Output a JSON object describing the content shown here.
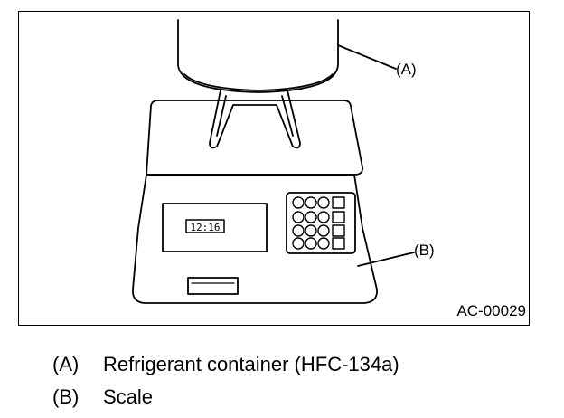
{
  "figure": {
    "id_label": "AC-00029",
    "display_time": "12:16",
    "callouts": {
      "a": "(A)",
      "b": "(B)"
    }
  },
  "legend": [
    {
      "key": "(A)",
      "text": "Refrigerant container (HFC-134a)"
    },
    {
      "key": "(B)",
      "text": "Scale"
    }
  ]
}
